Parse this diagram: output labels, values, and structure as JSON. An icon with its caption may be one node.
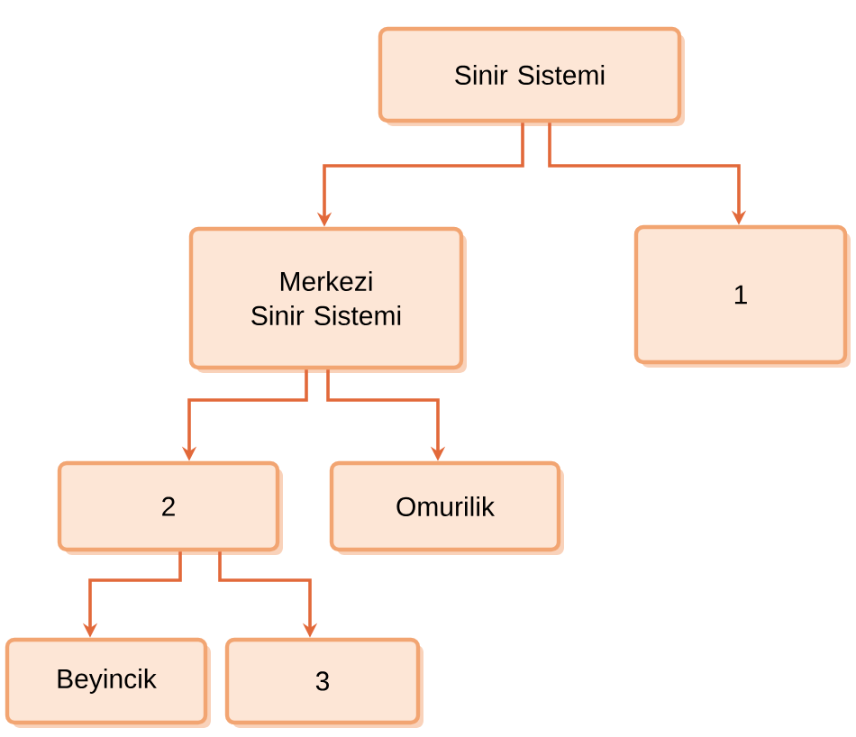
{
  "diagram": {
    "nodes": [
      {
        "text": [
          "Sinir Sistemi"
        ]
      },
      {
        "text": [
          "Merkezi Sinir Sistemi"
        ]
      },
      {
        "text": [
          "1"
        ]
      },
      {
        "text": [
          "2"
        ]
      },
      {
        "text": [
          "Omurilik"
        ]
      },
      {
        "text": [
          "Beyincik"
        ]
      },
      {
        "text": [
          "3"
        ]
      }
    ],
    "edges": [
      {
        "from": 0,
        "to": 1,
        "arrow": "to"
      },
      {
        "from": 0,
        "to": 2,
        "arrow": "to"
      },
      {
        "from": 1,
        "to": 3,
        "arrow": "to"
      },
      {
        "from": 1,
        "to": 4,
        "arrow": "to"
      },
      {
        "from": 3,
        "to": 5,
        "arrow": "to"
      },
      {
        "from": 3,
        "to": 6,
        "arrow": "to"
      }
    ]
  }
}
